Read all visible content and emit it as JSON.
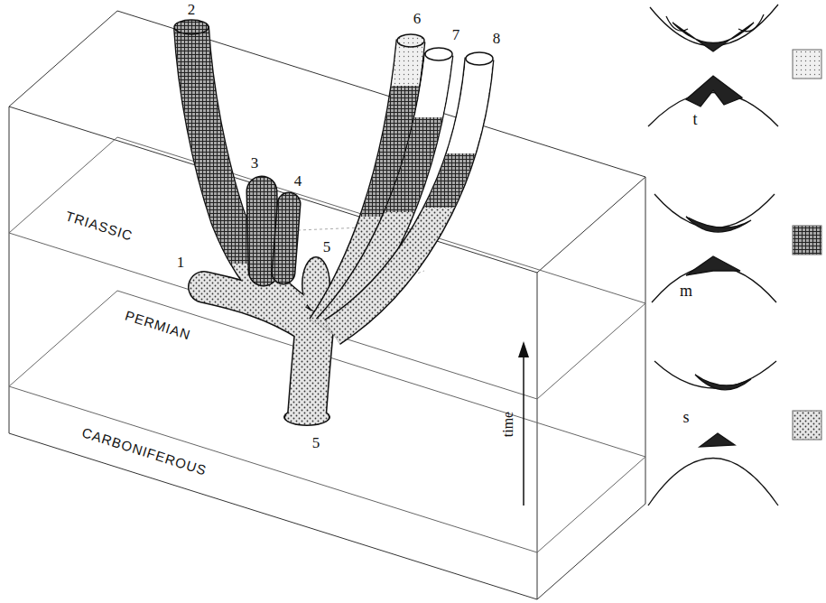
{
  "diagram": {
    "labels": [
      "TRIASSIC",
      "PERMIAN",
      "CARBONIFEROUS",
      "1",
      "2",
      "3",
      "4",
      "5",
      "5",
      "6",
      "7",
      "8",
      "time",
      "t",
      "m",
      "s"
    ]
  }
}
